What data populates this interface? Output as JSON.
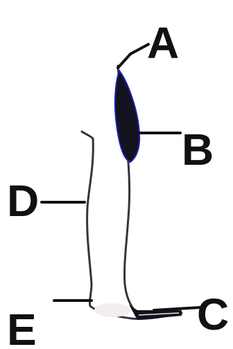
{
  "labels": {
    "a": "A",
    "b": "B",
    "c": "C",
    "d": "D",
    "e": "E"
  },
  "colors": {
    "outline": "#3a3040",
    "muscle": "#14121e",
    "muscle_edge": "#1c22b0",
    "heel": "#f2eeee",
    "label": "#111111"
  }
}
